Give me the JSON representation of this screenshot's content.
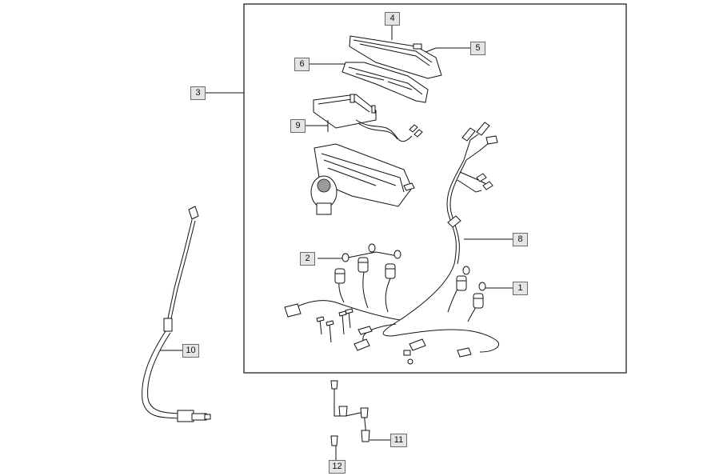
{
  "diagram": {
    "callouts": [
      {
        "id": "1",
        "label": "1"
      },
      {
        "id": "2",
        "label": "2"
      },
      {
        "id": "3",
        "label": "3"
      },
      {
        "id": "4",
        "label": "4"
      },
      {
        "id": "5",
        "label": "5"
      },
      {
        "id": "6",
        "label": "6"
      },
      {
        "id": "8",
        "label": "8"
      },
      {
        "id": "9",
        "label": "9"
      },
      {
        "id": "10",
        "label": "10"
      },
      {
        "id": "11",
        "label": "11"
      },
      {
        "id": "12",
        "label": "12"
      }
    ]
  }
}
